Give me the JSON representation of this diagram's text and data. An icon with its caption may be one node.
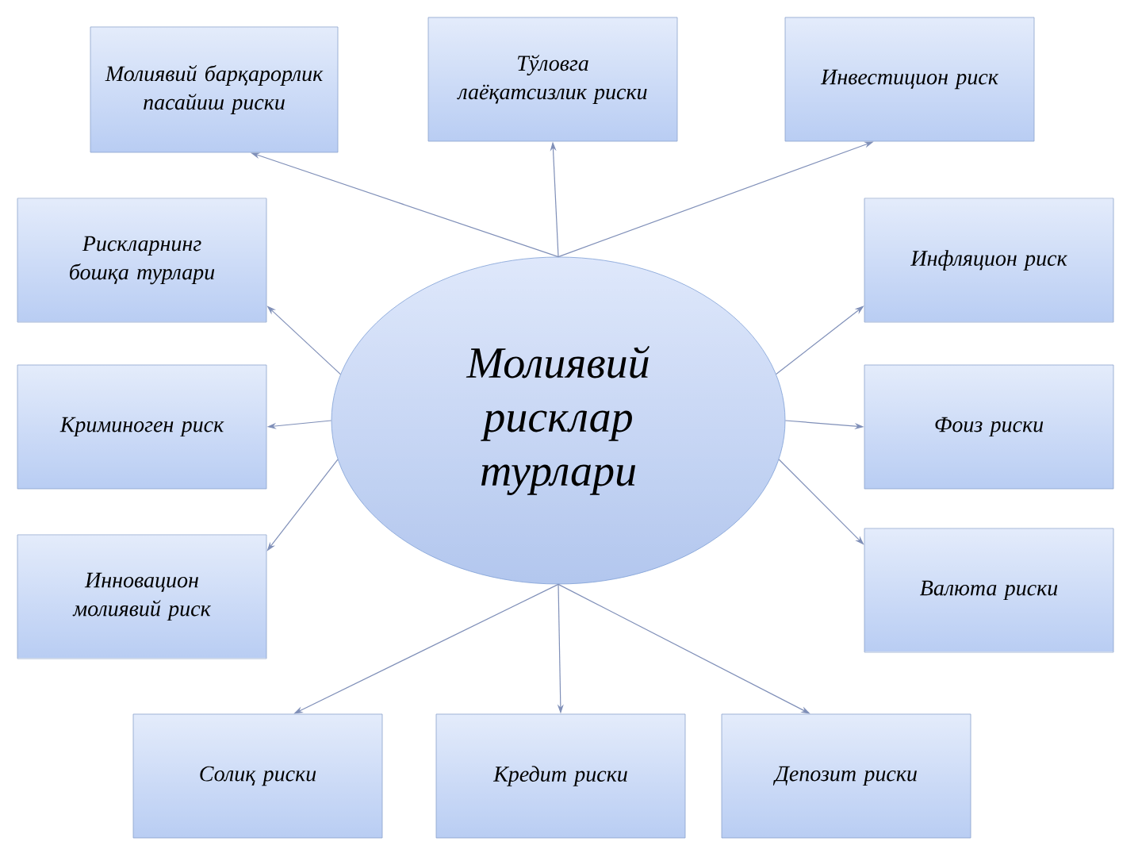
{
  "diagram": {
    "nodes": [
      {
        "text": [
          "Молиявий рисклар турлари"
        ]
      },
      {
        "text": [
          "Молиявий барқарорлик пасайиш риски"
        ]
      },
      {
        "text": [
          "Тўловга лаёқатсизлик риски"
        ]
      },
      {
        "text": [
          "Инвестицион риск"
        ]
      },
      {
        "text": [
          "Рискларнинг бошқа турлари"
        ]
      },
      {
        "text": [
          "Инфляцион риск"
        ]
      },
      {
        "text": [
          "Криминоген риск"
        ]
      },
      {
        "text": [
          "Фоиз риски"
        ]
      },
      {
        "text": [
          "Инновацион молиявий риск"
        ]
      },
      {
        "text": [
          "Валюта риски"
        ]
      },
      {
        "text": [
          "Солиқ риски"
        ]
      },
      {
        "text": [
          "Кредит риски"
        ]
      },
      {
        "text": [
          "Депозит риски"
        ]
      }
    ],
    "edges": [
      {
        "from": 0,
        "to": 1,
        "arrow": "to"
      },
      {
        "from": 0,
        "to": 2,
        "arrow": "to"
      },
      {
        "from": 0,
        "to": 3,
        "arrow": "to"
      },
      {
        "from": 0,
        "to": 4,
        "arrow": "to"
      },
      {
        "from": 0,
        "to": 5,
        "arrow": "to"
      },
      {
        "from": 0,
        "to": 6,
        "arrow": "to"
      },
      {
        "from": 0,
        "to": 7,
        "arrow": "to"
      },
      {
        "from": 0,
        "to": 8,
        "arrow": "to"
      },
      {
        "from": 0,
        "to": 9,
        "arrow": "to"
      },
      {
        "from": 0,
        "to": 10,
        "arrow": "to"
      },
      {
        "from": 0,
        "to": 11,
        "arrow": "to"
      },
      {
        "from": 0,
        "to": 12,
        "arrow": "to"
      }
    ]
  }
}
